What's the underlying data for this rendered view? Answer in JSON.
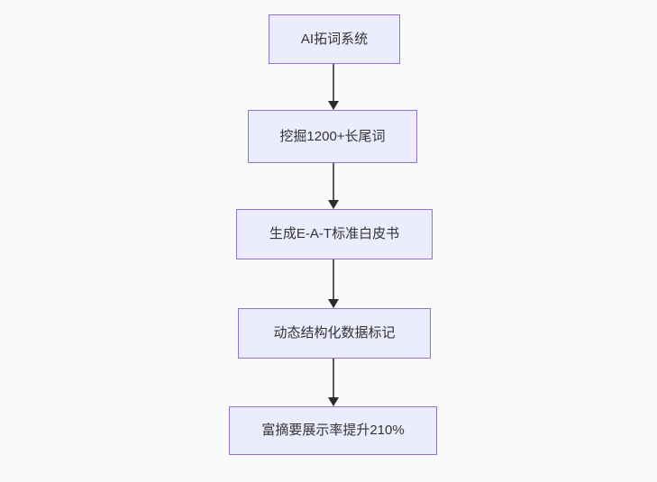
{
  "diagram": {
    "type": "flowchart",
    "direction": "top-down",
    "nodes": [
      {
        "id": "n1",
        "label": "AI拓词系统"
      },
      {
        "id": "n2",
        "label": "挖掘1200+长尾词"
      },
      {
        "id": "n3",
        "label": "生成E-A-T标准白皮书"
      },
      {
        "id": "n4",
        "label": "动态结构化数据标记"
      },
      {
        "id": "n5",
        "label": "富摘要展示率提升210%"
      }
    ],
    "edges": [
      {
        "from": "n1",
        "to": "n2",
        "arrow": "down"
      },
      {
        "from": "n2",
        "to": "n3",
        "arrow": "down"
      },
      {
        "from": "n3",
        "to": "n4",
        "arrow": "down"
      },
      {
        "from": "n4",
        "to": "n5",
        "arrow": "down"
      }
    ],
    "colors": {
      "background": "#fafafa",
      "node_fill": "#ECECFF",
      "node_border": "#9370DB",
      "node_text": "#333333",
      "edge_line": "#5b5b5b",
      "edge_arrowhead": "#2b2b2b"
    }
  }
}
